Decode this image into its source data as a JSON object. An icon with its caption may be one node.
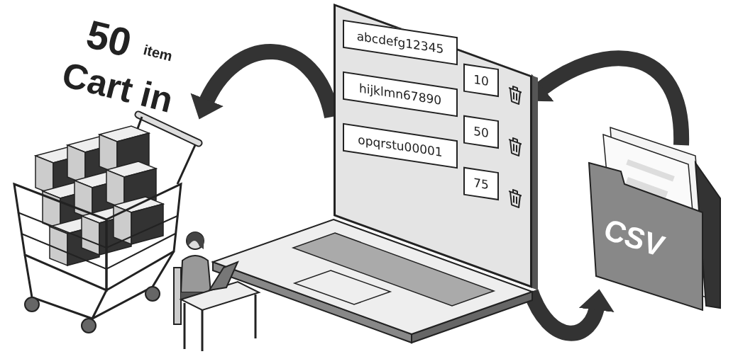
{
  "diagram": {
    "nodes": [
      {
        "text": [],
        "shape": "picture"
      },
      {
        "text": [],
        "shape": "box"
      },
      {
        "text": [
          "abcdefg12345"
        ],
        "in": 1
      },
      {
        "text": [
          "10"
        ],
        "in": 1
      },
      {
        "text": [
          "hijklmn67890"
        ],
        "in": 1
      },
      {
        "text": [
          "50"
        ],
        "in": 1
      },
      {
        "text": [
          "opqrstu00001"
        ],
        "in": 1
      },
      {
        "text": [
          "75"
        ],
        "in": 1
      },
      {
        "text": [
          "CSV"
        ]
      }
    ],
    "edges": [
      {
        "from": 1,
        "to": 0,
        "arrow": "to"
      },
      {
        "from": 8,
        "to": 1,
        "arrow": "to"
      },
      {
        "from": 1,
        "to": 8,
        "arrow": "to"
      }
    ],
    "labels": [
      "50",
      "item",
      "Cart in"
    ]
  }
}
